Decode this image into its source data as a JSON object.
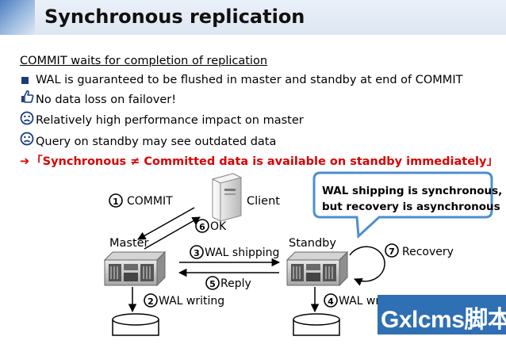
{
  "title": "Synchronous replication",
  "bullets": {
    "heading": "COMMIT waits for completion of replication",
    "items": [
      {
        "icon": "square-bullet-icon",
        "text": "WAL is guaranteed to be flushed in master and standby at end of COMMIT"
      },
      {
        "icon": "thumbs-up-icon",
        "text": "No data loss on failover!"
      },
      {
        "icon": "sad-face-icon",
        "text": "Relatively high performance impact on master"
      },
      {
        "icon": "sad-face-icon",
        "text": "Query on standby may see outdated data"
      }
    ],
    "emphasis": {
      "arrow": "➔",
      "text": "「Synchronous ≠ Committed data is available on standby immediately」"
    }
  },
  "diagram": {
    "client_label": "Client",
    "master_label": "Master",
    "standby_label": "Standby",
    "callout": {
      "line1": "WAL shipping is synchronous,",
      "line2": "but recovery is asynchronous"
    },
    "steps": [
      {
        "num": "1",
        "label": "COMMIT"
      },
      {
        "num": "2",
        "label": "WAL writing"
      },
      {
        "num": "3",
        "label": "WAL shipping"
      },
      {
        "num": "4",
        "label": "WAL wr"
      },
      {
        "num": "5",
        "label": "Reply"
      },
      {
        "num": "6",
        "label": "OK"
      },
      {
        "num": "7",
        "label": "Recovery"
      }
    ]
  },
  "watermark": "Gxlcms脚本",
  "colors": {
    "title_bar": "#dde6f2",
    "emphasis": "#d80000",
    "callout_border": "#4d8fd0",
    "watermark_bg": "#2f6fb3"
  }
}
